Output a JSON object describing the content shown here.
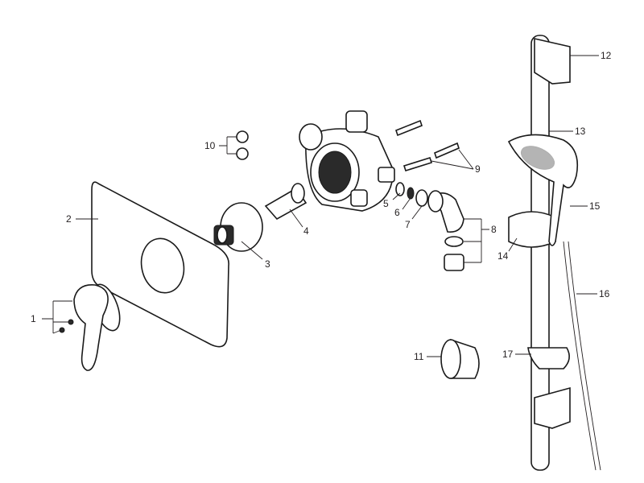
{
  "diagram": {
    "title_hidden": null,
    "callouts": [
      "1",
      "2",
      "3",
      "4",
      "5",
      "6",
      "7",
      "8",
      "9",
      "10",
      "11",
      "12",
      "13",
      "14",
      "15",
      "16",
      "17"
    ],
    "colors": {
      "line": "#1a1a1a",
      "text": "#231f20",
      "background": "#ffffff"
    }
  }
}
